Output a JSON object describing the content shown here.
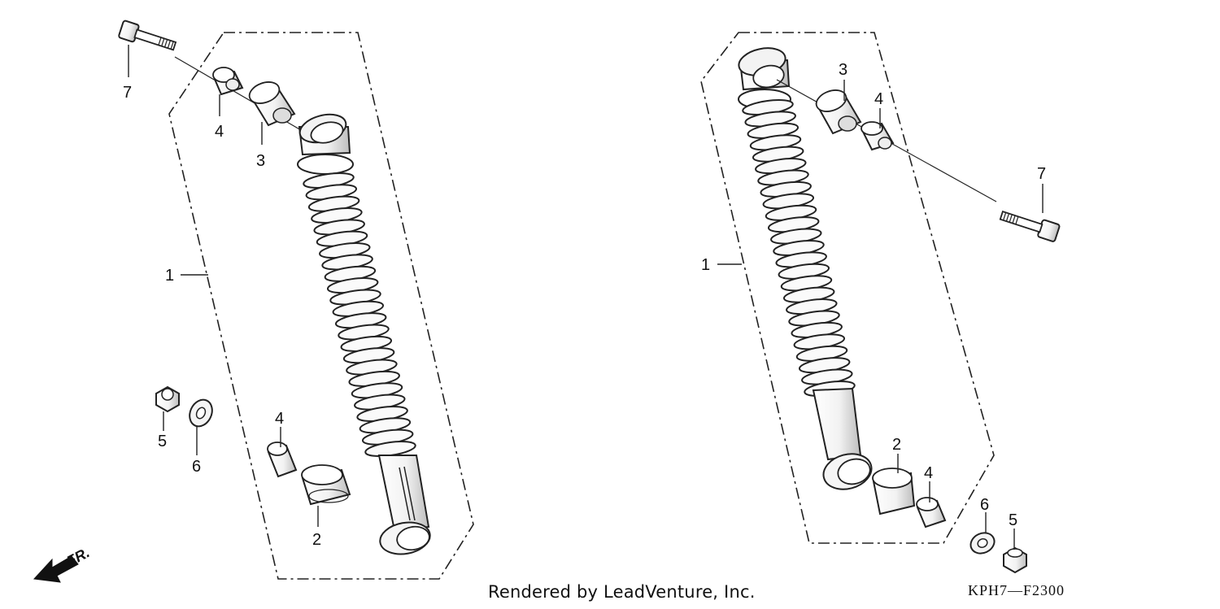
{
  "diagram": {
    "parts": [
      {
        "ref": "1",
        "description": "shock absorber assembly"
      },
      {
        "ref": "2",
        "description": "lower bushing"
      },
      {
        "ref": "3",
        "description": "upper bushing"
      },
      {
        "ref": "4",
        "description": "collar"
      },
      {
        "ref": "5",
        "description": "nut"
      },
      {
        "ref": "6",
        "description": "washer"
      },
      {
        "ref": "7",
        "description": "bolt"
      }
    ],
    "callouts": {
      "left": {
        "one": "1",
        "two": "2",
        "three": "3",
        "four_top": "4",
        "four_bottom": "4",
        "five": "5",
        "six": "6",
        "seven": "7"
      },
      "right": {
        "one": "1",
        "two": "2",
        "three": "3",
        "four_top": "4",
        "four_bottom": "4",
        "five": "5",
        "six": "6",
        "seven": "7"
      }
    },
    "front_indicator": "FR.",
    "credit": "Rendered by LeadVenture, Inc.",
    "figure_code": "KPH7—F2300"
  }
}
